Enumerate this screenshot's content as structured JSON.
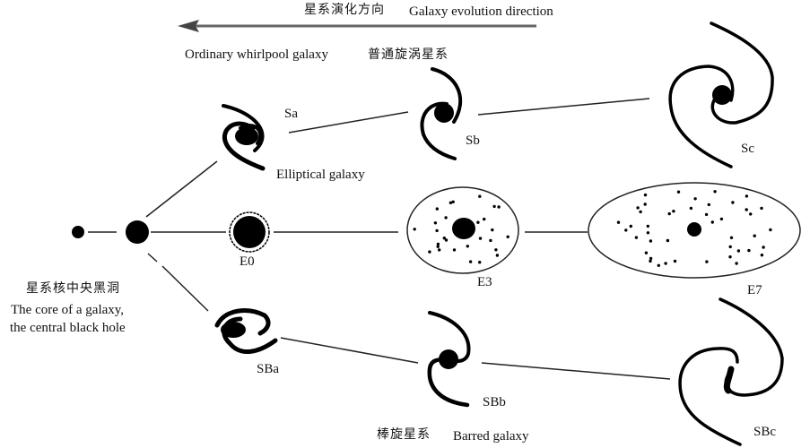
{
  "header": {
    "direction_zh": "星系演化方向",
    "direction_en": "Galaxy evolution direction",
    "ordinary_en": "Ordinary whirlpool galaxy",
    "ordinary_zh": "普通旋涡星系"
  },
  "core": {
    "label_zh": "星系核中央黑洞",
    "label_en_1": "The core of a galaxy,",
    "label_en_2": "the central black hole"
  },
  "elliptical_label": "Elliptical galaxy",
  "barred": {
    "label_zh": "棒旋星系",
    "label_en": "Barred galaxy"
  },
  "types": {
    "Sa": "Sa",
    "Sb": "Sb",
    "Sc": "Sc",
    "E0": "E0",
    "E3": "E3",
    "E7": "E7",
    "SBa": "SBa",
    "SBb": "SBb",
    "SBc": "SBc"
  }
}
